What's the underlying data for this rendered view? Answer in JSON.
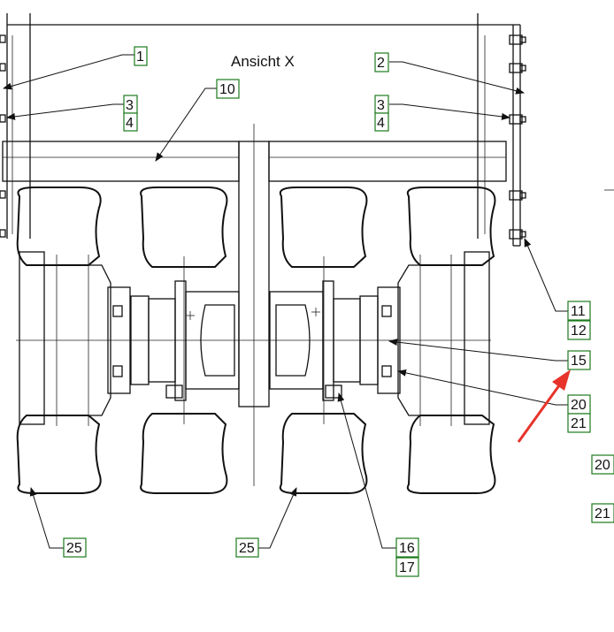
{
  "title": "Ansicht X",
  "labels": [
    "1",
    "2",
    "3",
    "4",
    "3",
    "4",
    "10",
    "11",
    "12",
    "15",
    "20",
    "21",
    "20",
    "21",
    "16",
    "17",
    "25",
    "25"
  ],
  "colors": {
    "label_border": "#1b7a1b",
    "line": "#111111",
    "arrow": "#e8332a"
  }
}
